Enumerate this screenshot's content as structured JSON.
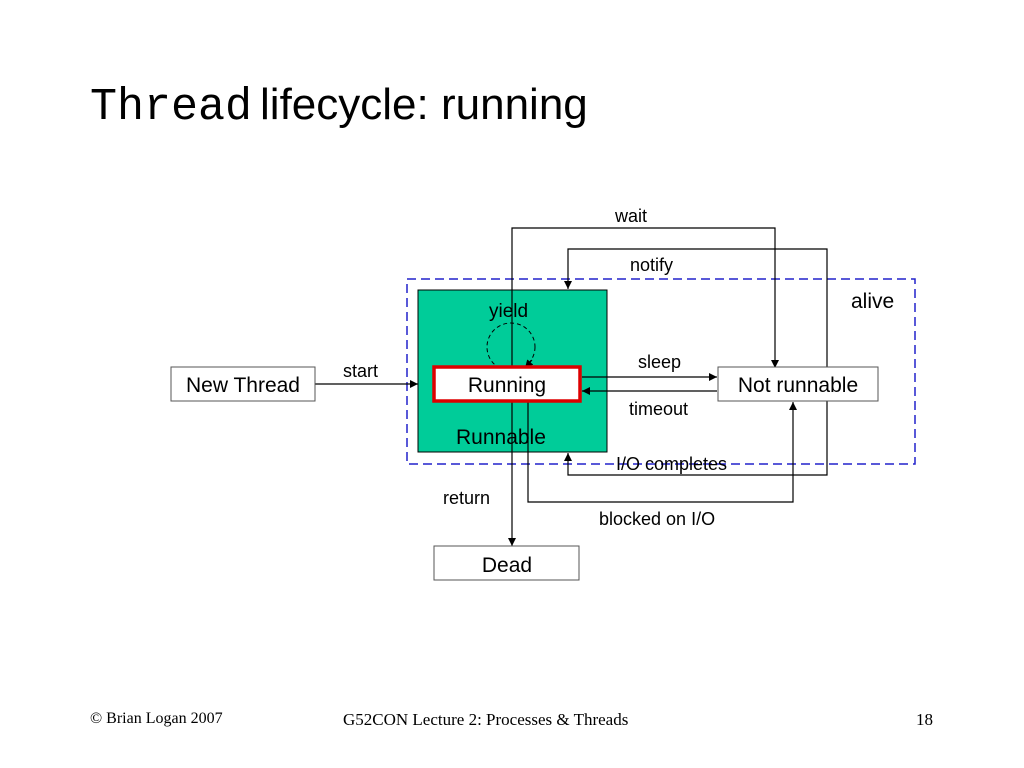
{
  "slide": {
    "title_code": "Thread",
    "title_text": "lifecycle: running"
  },
  "diagram": {
    "states": {
      "new_thread": "New Thread",
      "running": "Running",
      "runnable": "Runnable",
      "not_runnable": "Not runnable",
      "dead": "Dead",
      "alive": "alive"
    },
    "transitions": {
      "wait": "wait",
      "notify": "notify",
      "yield": "yield",
      "start": "start",
      "sleep": "sleep",
      "timeout": "timeout",
      "io_completes": "I/O completes",
      "return": "return",
      "blocked_on_io": "blocked on I/O"
    },
    "colors": {
      "runnable_fill": "#00cc99",
      "running_border": "#dd0000",
      "alive_border": "#2222cc"
    }
  },
  "footer": {
    "copyright": "© Brian Logan 2007",
    "course": "G52CON Lecture 2: Processes & Threads",
    "page": "18"
  }
}
